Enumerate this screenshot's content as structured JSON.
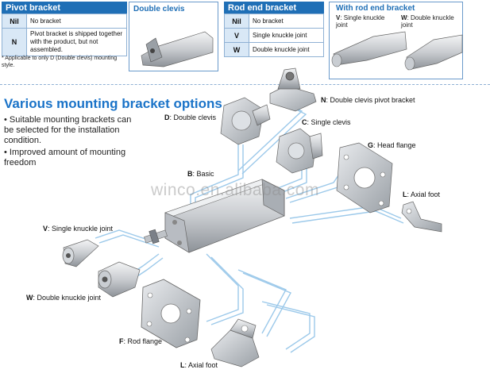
{
  "pivot": {
    "title": "Pivot bracket",
    "rows": [
      {
        "code": "Nil",
        "desc": "No bracket"
      },
      {
        "code": "N",
        "desc": "Pivot bracket is shipped together with the product, but not assembled."
      }
    ],
    "note": "* Applicable to only D (Double clevis) mounting style."
  },
  "double_clevis_panel": {
    "title": "Double clevis"
  },
  "rod_end": {
    "title": "Rod end bracket",
    "rows": [
      {
        "code": "Nil",
        "desc": "No bracket"
      },
      {
        "code": "V",
        "desc": "Single knuckle joint"
      },
      {
        "code": "W",
        "desc": "Double knuckle joint"
      }
    ]
  },
  "with_rod_end": {
    "title": "With rod end bracket",
    "v_code": "V",
    "v_text": ": Single knuckle joint",
    "w_code": "W",
    "w_text": ": Double knuckle joint"
  },
  "main": {
    "title": "Various mounting bracket options",
    "bullets": [
      "Suitable mounting brackets can be selected for the installation condition.",
      "Improved amount of mounting freedom"
    ],
    "watermark": "winco.en.alibaba.com"
  },
  "labels": {
    "N": {
      "code": "N",
      "text": ": Double clevis pivot bracket"
    },
    "D": {
      "code": "D",
      "text": ": Double clevis"
    },
    "C": {
      "code": "C",
      "text": ": Single clevis"
    },
    "G": {
      "code": "G",
      "text": ": Head flange"
    },
    "B": {
      "code": "B",
      "text": ": Basic"
    },
    "L_top": {
      "code": "L",
      "text": ": Axial foot"
    },
    "V": {
      "code": "V",
      "text": ": Single knuckle joint"
    },
    "W": {
      "code": "W",
      "text": ": Double knuckle joint"
    },
    "F": {
      "code": "F",
      "text": ": Rod flange"
    },
    "L_bottom": {
      "code": "L",
      "text": ": Axial foot"
    }
  },
  "colors": {
    "accent": "#1f6fb6",
    "title_blue": "#1a73c8",
    "connector": "#8fc3e6",
    "cell_bg": "#d9e8f6"
  }
}
